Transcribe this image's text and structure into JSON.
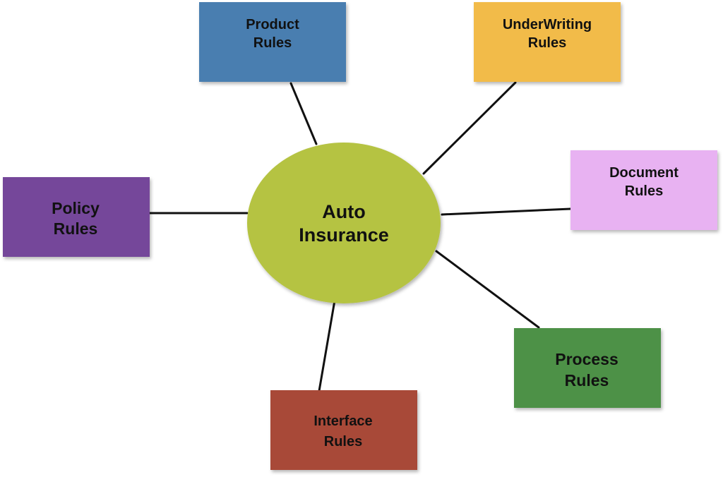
{
  "center": {
    "line1": "Auto",
    "line2": "Insurance",
    "color": "#b5c342"
  },
  "nodes": {
    "product": {
      "line1": "Product",
      "line2": "Rules",
      "color": "#4a7eb0"
    },
    "underwriting": {
      "line1": "UnderWriting",
      "line2": "Rules",
      "color": "#f2bb4a"
    },
    "document": {
      "line1": "Document",
      "line2": "Rules",
      "color": "#e8b2f2"
    },
    "policy": {
      "line1": "Policy",
      "line2": "Rules",
      "color": "#74479a"
    },
    "process": {
      "line1": "Process",
      "line2": "Rules",
      "color": "#4e9147"
    },
    "interface": {
      "line1": "Interface",
      "line2": "Rules",
      "color": "#a84a39"
    }
  },
  "connector_color": "#111111"
}
